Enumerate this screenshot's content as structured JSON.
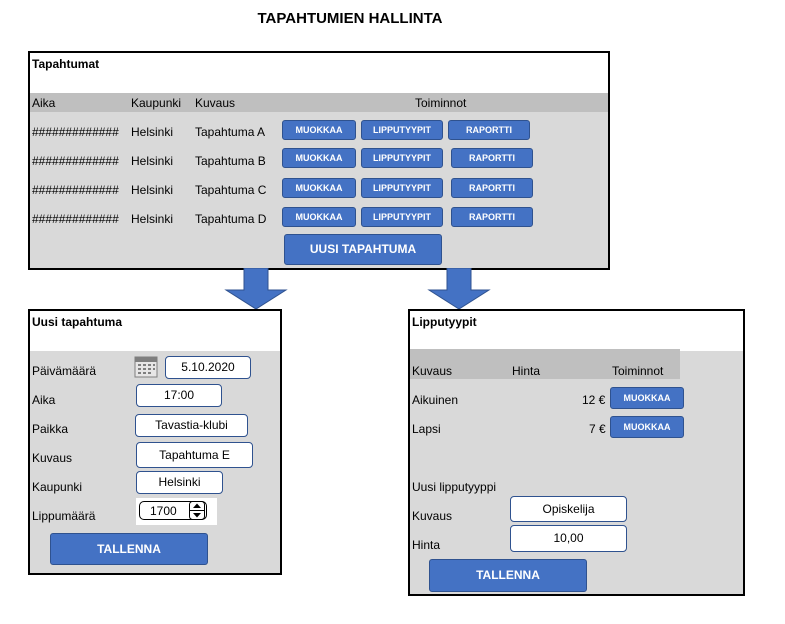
{
  "title": "TAPAHTUMIEN HALLINTA",
  "events": {
    "title": "Tapahtumat",
    "headers": [
      "Aika",
      "Kaupunki",
      "Kuvaus",
      "Toiminnot"
    ],
    "rows": [
      {
        "time": "#############",
        "city": "Helsinki",
        "desc": "Tapahtuma A"
      },
      {
        "time": "#############",
        "city": "Helsinki",
        "desc": "Tapahtuma B"
      },
      {
        "time": "#############",
        "city": "Helsinki",
        "desc": "Tapahtuma C"
      },
      {
        "time": "#############",
        "city": "Helsinki",
        "desc": "Tapahtuma D"
      }
    ],
    "btn_edit": "MUOKKAA",
    "btn_tickets": "LIPPUTYYPIT",
    "btn_report": "RAPORTTI",
    "btn_new": "UUSI TAPAHTUMA"
  },
  "new_event": {
    "title": "Uusi tapahtuma",
    "date_label": "Päivämäärä",
    "date_value": "5.10.2020",
    "time_label": "Aika",
    "time_value": "17:00",
    "place_label": "Paikka",
    "place_value": "Tavastia-klubi",
    "desc_label": "Kuvaus",
    "desc_value": "Tapahtuma E",
    "city_label": "Kaupunki",
    "city_value": "Helsinki",
    "count_label": "Lippumäärä",
    "count_value": "1700",
    "save": "TALLENNA"
  },
  "ticket_types": {
    "title": "Lipputyypit",
    "headers": [
      "Kuvaus",
      "Hinta",
      "Toiminnot"
    ],
    "rows": [
      {
        "desc": "Aikuinen",
        "price": "12 €"
      },
      {
        "desc": "Lapsi",
        "price": "7 €"
      }
    ],
    "btn_edit": "MUOKKAA",
    "new_label": "Uusi lipputyyppi",
    "desc_label": "Kuvaus",
    "desc_value": "Opiskelija",
    "price_label": "Hinta",
    "price_value": "10,00",
    "save": "TALLENNA"
  },
  "colors": {
    "button": "#4472c4",
    "panel": "#d9d9d9",
    "header": "#bfbfbf"
  }
}
